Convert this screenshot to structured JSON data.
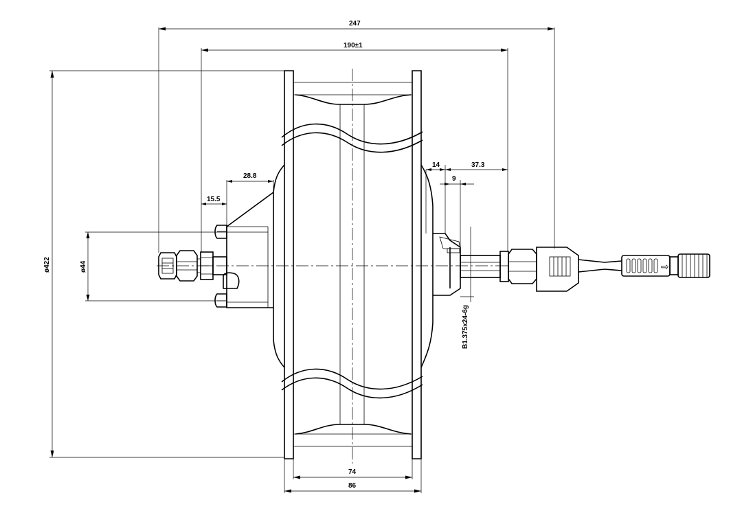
{
  "drawing": {
    "dimensions": {
      "overall_width": "247",
      "bearing_span": "190±1",
      "left_flange_depth": "28.8",
      "left_axle_step": "15.5",
      "right_hub_offset": "14",
      "right_axle_length": "37.3",
      "right_step": "9",
      "diameter_outer": "ø422",
      "axle_diameter": "ø44",
      "thread_spec": "B1.375x24-6g",
      "rim_inner_width": "74",
      "rim_outer_width": "86"
    },
    "connector_arrow_glyph": "⇨"
  }
}
